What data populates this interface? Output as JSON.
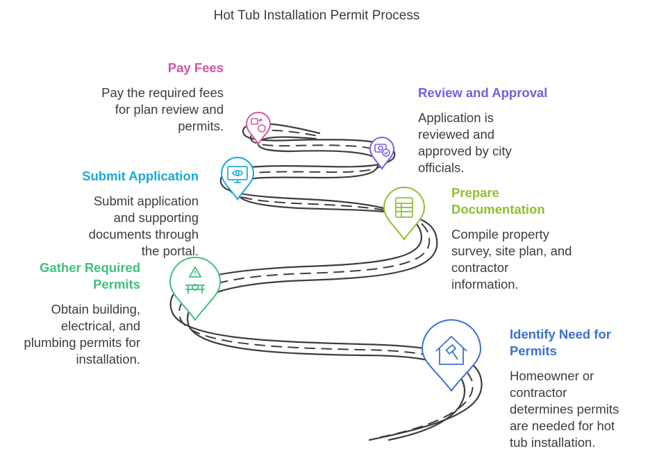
{
  "title": "Hot Tub Installation Permit Process",
  "colors": {
    "road": "#3d3d3d",
    "pay": "#d157a0",
    "review": "#7a5be0",
    "submit": "#17a9d6",
    "prepare": "#8fbf2e",
    "gather": "#3fbf7f",
    "identify": "#3a6fd4"
  },
  "steps": {
    "pay": {
      "heading": "Pay Fees",
      "lines": [
        "Pay the required fees",
        "for plan review and",
        "permits."
      ],
      "icon": "money-exchange-icon"
    },
    "review": {
      "heading": "Review and Approval",
      "lines": [
        "Application is",
        "reviewed and",
        "approved by city",
        "officials."
      ],
      "icon": "camera-check-icon"
    },
    "submit": {
      "heading": "Submit Application",
      "lines": [
        "Submit application",
        "and supporting",
        "documents through",
        "the portal."
      ],
      "icon": "monitor-code-icon"
    },
    "prepare": {
      "heading_lines": [
        "Prepare",
        "Documentation"
      ],
      "lines": [
        "Compile property",
        "survey, site plan, and",
        "contractor",
        "information."
      ],
      "icon": "spreadsheet-icon"
    },
    "gather": {
      "heading_lines": [
        "Gather Required",
        "Permits"
      ],
      "lines": [
        "Obtain building,",
        "electrical, and",
        "plumbing permits for",
        "installation."
      ],
      "icon": "warning-barrier-icon"
    },
    "identify": {
      "heading_lines": [
        "Identify Need for",
        "Permits"
      ],
      "lines": [
        "Homeowner or",
        "contractor",
        "determines permits",
        "are needed for hot",
        "tub installation."
      ],
      "icon": "house-hammer-icon"
    }
  }
}
